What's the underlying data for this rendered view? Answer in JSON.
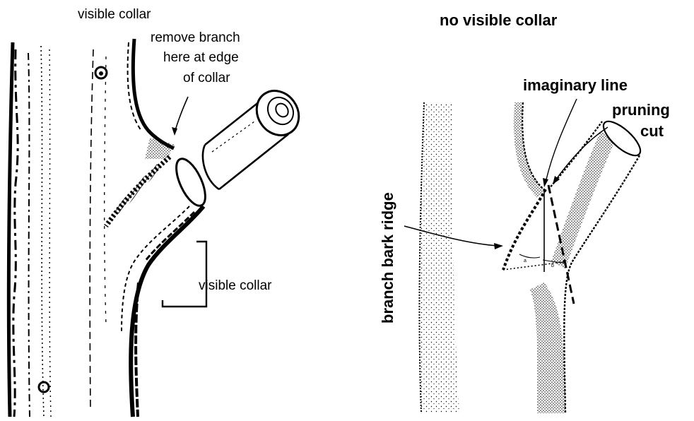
{
  "left_panel": {
    "title": "visible collar",
    "instruction_lines": [
      "remove branch",
      "here at edge",
      "of collar"
    ],
    "bracket_label": "visible collar"
  },
  "right_panel": {
    "title": "no visible collar",
    "imaginary_line_label": "imaginary line",
    "pruning_cut_lines": [
      "pruning",
      "cut"
    ],
    "branch_bark_ridge_label": "branch bark ridge",
    "angle_mark_a": "a",
    "angle_mark_b": "b"
  }
}
